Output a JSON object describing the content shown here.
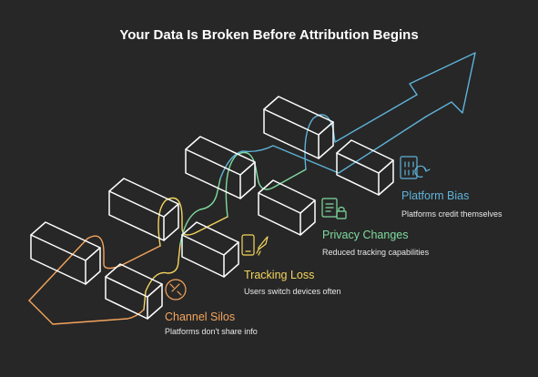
{
  "title": "Your Data Is Broken Before Attribution Begins",
  "colors": {
    "background": "#272727",
    "outline": "#ffffff",
    "orange": "#f5a55d",
    "yellow": "#f5d55d",
    "green": "#7fdc9e",
    "blue": "#5fb3d9"
  },
  "steps": [
    {
      "title": "Channel Silos",
      "description": "Platforms don't share info",
      "icon": "disconnected-plug-icon",
      "color": "#f5a55d"
    },
    {
      "title": "Tracking Loss",
      "description": "Users switch devices often",
      "icon": "phone-rocket-icon",
      "color": "#f5d55d"
    },
    {
      "title": "Privacy Changes",
      "description": "Reduced tracking capabilities",
      "icon": "document-lock-icon",
      "color": "#7fdc9e"
    },
    {
      "title": "Platform Bias",
      "description": "Platforms credit themselves",
      "icon": "binary-document-refresh-icon",
      "color": "#5fb3d9"
    }
  ]
}
